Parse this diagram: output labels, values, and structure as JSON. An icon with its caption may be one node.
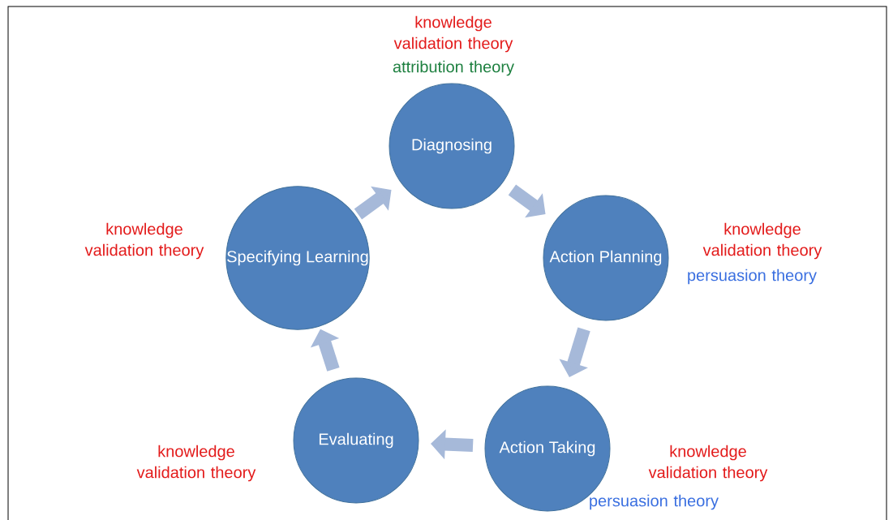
{
  "diagram": {
    "nodes": [
      {
        "text": [
          "Diagnosing"
        ],
        "beside": [
          "knowledge validation theory",
          "attribution theory"
        ]
      },
      {
        "text": [
          "Action Planning"
        ],
        "beside": [
          "knowledge validation theory",
          "persuasion theory"
        ]
      },
      {
        "text": [
          "Action Taking"
        ],
        "beside": [
          "knowledge validation theory",
          "persuasion theory"
        ]
      },
      {
        "text": [
          "Evaluating"
        ],
        "beside": [
          "knowledge validation theory"
        ]
      },
      {
        "text": [
          "Specifying Learning"
        ],
        "beside": [
          "knowledge validation theory"
        ]
      }
    ],
    "edges": [
      {
        "from": 0,
        "to": 1,
        "arrow": "to"
      },
      {
        "from": 1,
        "to": 2,
        "arrow": "to"
      },
      {
        "from": 2,
        "to": 3,
        "arrow": "to"
      },
      {
        "from": 3,
        "to": 4,
        "arrow": "to"
      },
      {
        "from": 4,
        "to": 0,
        "arrow": "to"
      }
    ]
  }
}
